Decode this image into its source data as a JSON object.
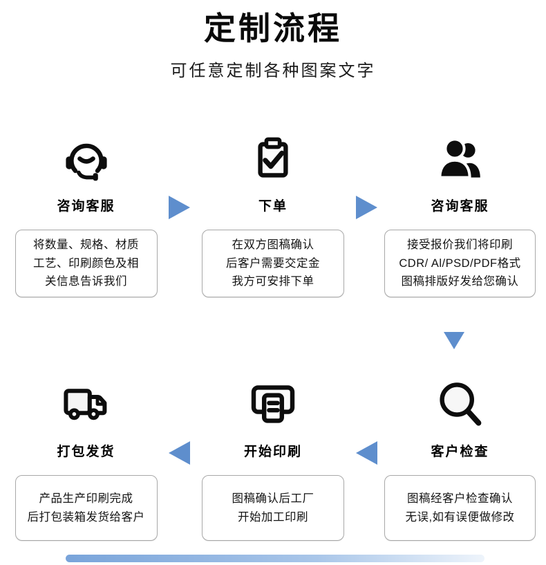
{
  "header": {
    "title": "定制流程",
    "subtitle": "可任意定制各种图案文字"
  },
  "colors": {
    "arrow_blue": "#5e8ecd",
    "icon_ink": "#0d0d0d",
    "box_border": "#a8a8a8",
    "bottom_bar_blue": "#79a4da"
  },
  "icons": [
    "headset-icon",
    "clipboard-check-icon",
    "people-icon",
    "magnifier-icon",
    "printer-icon",
    "truck-icon"
  ],
  "steps": [
    {
      "icon": "headset-icon",
      "label": "咨询客服",
      "desc": "将数量、规格、材质\n工艺、印刷颜色及相\n关信息告诉我们"
    },
    {
      "icon": "clipboard-check-icon",
      "label": "下单",
      "desc": "在双方图稿确认\n后客户需要交定金\n我方可安排下单"
    },
    {
      "icon": "people-icon",
      "label": "咨询客服",
      "desc": "接受报价我们将印刷\nCDR/ Al/PSD/PDF格式\n图稿排版好发给您确认"
    },
    {
      "icon": "magnifier-icon",
      "label": "客户检查",
      "desc": "图稿经客户检查确认\n无误,如有误便做修改"
    },
    {
      "icon": "printer-icon",
      "label": "开始印刷",
      "desc": "图稿确认后工厂\n开始加工印刷"
    },
    {
      "icon": "truck-icon",
      "label": "打包发货",
      "desc": "产品生产印刷完成\n后打包装箱发货给客户"
    }
  ]
}
